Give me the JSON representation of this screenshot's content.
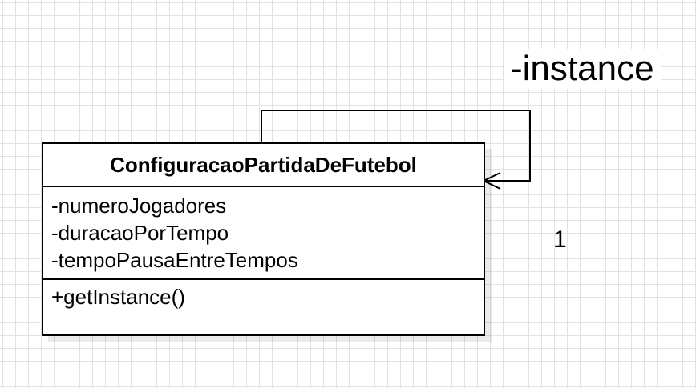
{
  "diagram": {
    "class": {
      "name": "ConfiguracaoPartidaDeFutebol",
      "attributes": [
        "-numeroJogadores",
        "-duracaoPorTempo",
        "-tempoPausaEntreTempos"
      ],
      "operations": [
        "+getInstance()"
      ]
    },
    "self_association": {
      "role": "-instance",
      "multiplicity": "1"
    }
  },
  "colors": {
    "line": "#000000",
    "grid": "#e2e2e2",
    "background": "#ffffff"
  }
}
